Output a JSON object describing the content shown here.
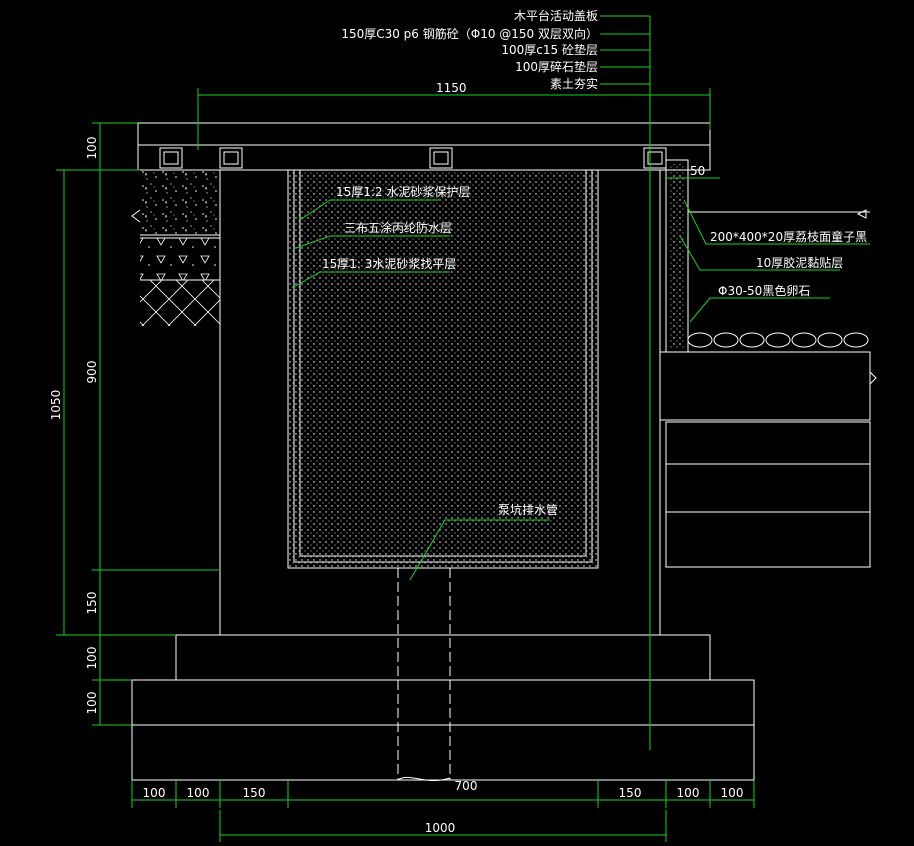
{
  "top_callouts": [
    "木平台活动盖板",
    "150厚C30 p6 钢筋砼（Φ10 @150 双层双向）",
    "100厚c15 砼垫层",
    "100厚碎石垫层",
    "素土夯实"
  ],
  "inner_callouts": {
    "protect_layer": "15厚1:2 水泥砂浆保护层",
    "waterproof": "三布五涂丙纶防水层",
    "leveling": "15厚1: 3水泥砂浆找平层",
    "drain_pipe": "泵坑排水管"
  },
  "right_callouts": {
    "stone_face": "200*400*20厚荔枝面童子黑",
    "adhesive": "10厚胶泥黏贴层",
    "pebbles": "Φ30-50黑色卵石"
  },
  "dimensions": {
    "top_width": "1150",
    "right_gap": "50",
    "left_total": "1050",
    "left_upper": "900",
    "left_base": "150",
    "left_slab": "100",
    "left_concrete": "100",
    "left_gravel": "100",
    "bottom_segments": [
      "100",
      "100",
      "150",
      "700",
      "150",
      "100",
      "100"
    ],
    "bottom_total": "1000"
  },
  "colors": {
    "line": "#ffffff",
    "dimension": "#19d419",
    "background": "#000000"
  }
}
